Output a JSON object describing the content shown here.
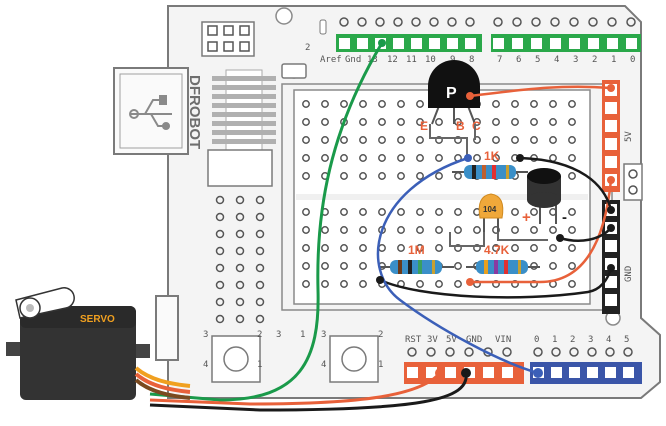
{
  "board": {
    "brand": "DFROBOT",
    "digital_pins_left": [
      "Aref",
      "Gnd",
      "13",
      "12",
      "11",
      "10",
      "9",
      "8"
    ],
    "digital_pins_right": [
      "7",
      "6",
      "5",
      "4",
      "3",
      "2",
      "1",
      "0"
    ],
    "power_pins": [
      "RST",
      "3V",
      "5V",
      "GND",
      "VIN"
    ],
    "analog_pins": [
      "0",
      "1",
      "2",
      "3",
      "4",
      "5"
    ],
    "pin2_label": "2",
    "supply_label": "5V",
    "ground_label": "GND"
  },
  "button_labels": {
    "left": [
      "3",
      "2",
      "4",
      "1"
    ],
    "right": [
      "3",
      "2",
      "4",
      "1"
    ],
    "middle": [
      "1",
      "3"
    ]
  },
  "components": {
    "transistor": {
      "letter": "P",
      "pins": [
        "E",
        "B",
        "C"
      ]
    },
    "resistors": [
      "1K",
      "1M",
      "4.7K"
    ],
    "capacitor": "104",
    "mic_polarity": [
      "+",
      "-"
    ],
    "servo": "SERVO"
  },
  "colors": {
    "board": "#f4f4f4",
    "outline": "#7a7a7a",
    "header_green": "#2aa84a",
    "header_orange": "#e8613a",
    "header_blue": "#3a55a8",
    "wire_green": "#1a9a4a",
    "wire_red": "#e8613a",
    "wire_black": "#1a1a1a",
    "wire_blue": "#3b5fb8"
  }
}
